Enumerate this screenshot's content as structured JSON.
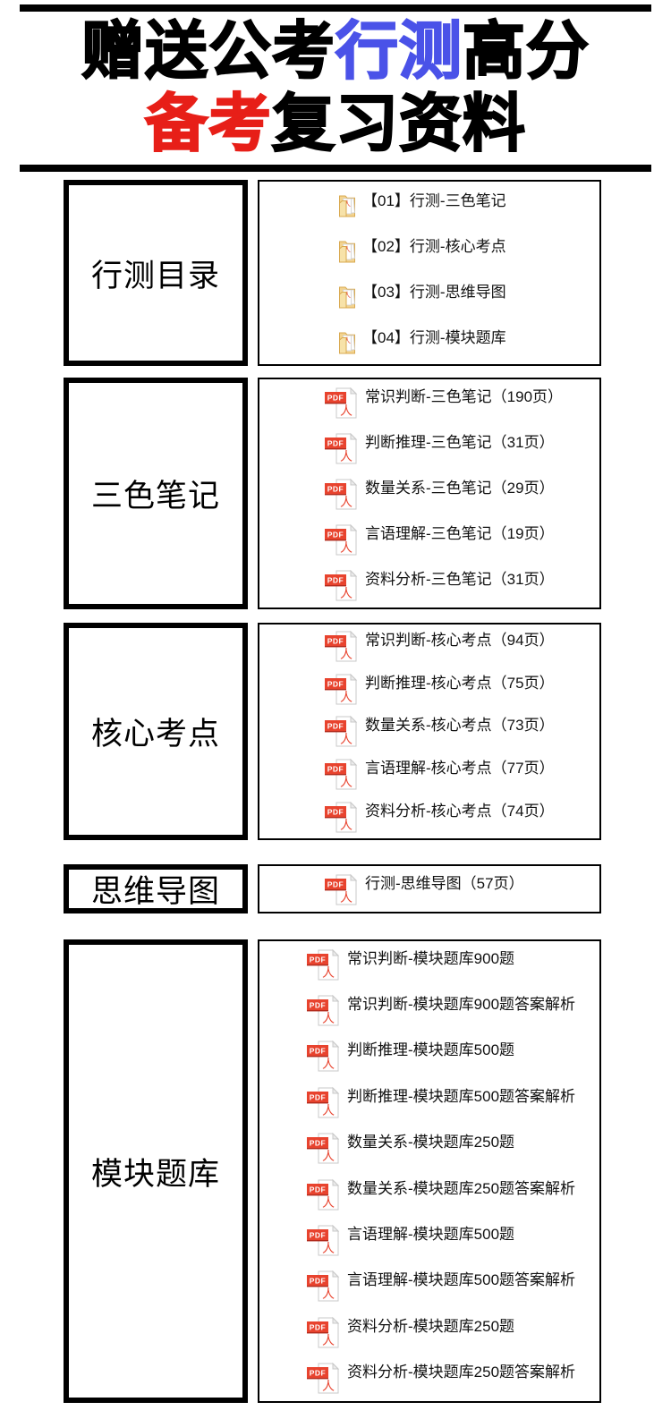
{
  "page": {
    "colors": {
      "title_black": "#000000",
      "title_blue": "#4a52e8",
      "title_red": "#e71f18",
      "pdf_red": "#e8432e",
      "folder_tan": "#f3d38f",
      "folder_edge": "#d9a94f"
    },
    "title": {
      "line1_parts": [
        {
          "text": "赠送公考",
          "color": "#000000"
        },
        {
          "text": "行测",
          "color": "#4a52e8"
        },
        {
          "text": "高分",
          "color": "#000000"
        }
      ],
      "line2_parts": [
        {
          "text": "备考",
          "color": "#e71f18"
        },
        {
          "text": "复习资料",
          "color": "#000000"
        }
      ]
    }
  },
  "sections": [
    {
      "label": "行测目录",
      "icon": "folder-pdf-icon",
      "items": [
        "【01】行测-三色笔记",
        "【02】行测-核心考点",
        "【03】行测-思维导图",
        "【04】行测-模块题库"
      ]
    },
    {
      "label": "三色笔记",
      "icon": "pdf-file-icon",
      "items": [
        "常识判断-三色笔记（190页）",
        "判断推理-三色笔记（31页）",
        "数量关系-三色笔记（29页）",
        "言语理解-三色笔记（19页）",
        "资料分析-三色笔记（31页）"
      ]
    },
    {
      "label": "核心考点",
      "icon": "pdf-file-icon",
      "items": [
        "常识判断-核心考点（94页）",
        "判断推理-核心考点（75页）",
        "数量关系-核心考点（73页）",
        "言语理解-核心考点（77页）",
        "资料分析-核心考点（74页）"
      ]
    },
    {
      "label": "思维导图",
      "icon": "pdf-file-icon",
      "items": [
        "行测-思维导图（57页）"
      ]
    },
    {
      "label": "模块题库",
      "icon": "pdf-file-icon",
      "items": [
        "常识判断-模块题库900题",
        "常识判断-模块题库900题答案解析",
        "判断推理-模块题库500题",
        "判断推理-模块题库500题答案解析",
        "数量关系-模块题库250题",
        "数量关系-模块题库250题答案解析",
        "言语理解-模块题库500题",
        "言语理解-模块题库500题答案解析",
        "资料分析-模块题库250题",
        "资料分析-模块题库250题答案解析"
      ]
    }
  ]
}
